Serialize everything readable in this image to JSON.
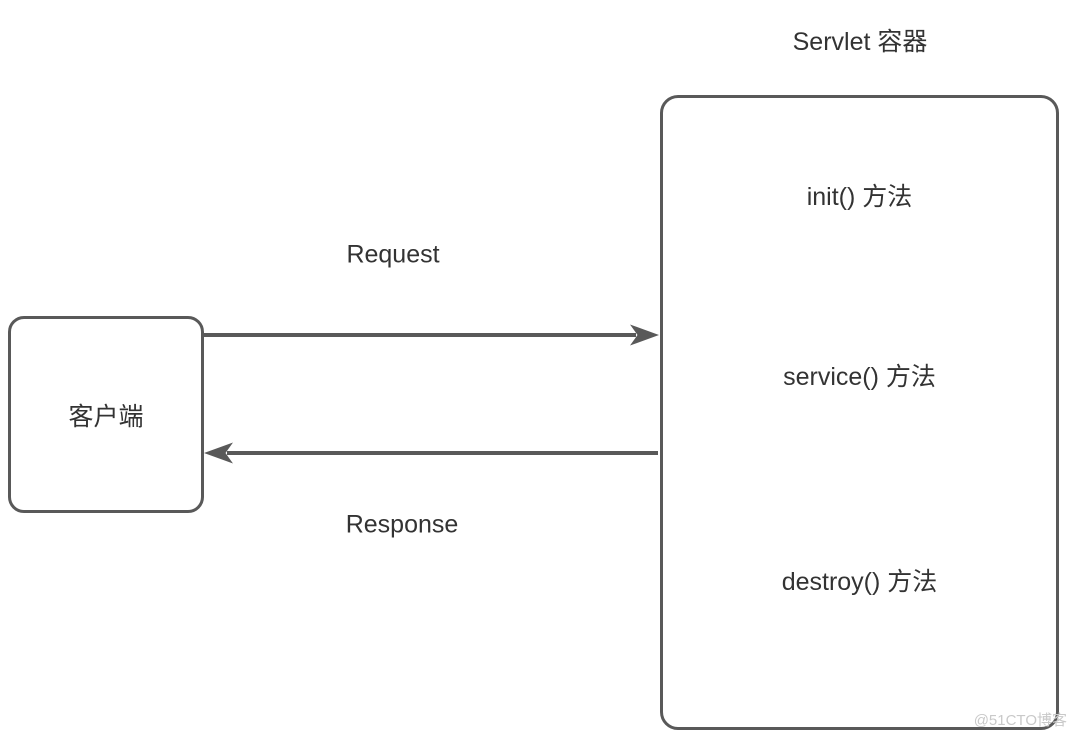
{
  "diagram": {
    "title": "Servlet 容器",
    "client": {
      "label": "客户端"
    },
    "container_methods": [
      {
        "label": "init() 方法"
      },
      {
        "label": "service() 方法"
      },
      {
        "label": "destroy() 方法"
      }
    ],
    "arrows": [
      {
        "name": "request",
        "label": "Request",
        "direction": "client-to-container"
      },
      {
        "name": "response",
        "label": "Response",
        "direction": "container-to-client"
      }
    ],
    "watermark": "@51CTO博客"
  },
  "colors": {
    "stroke": "#595959",
    "text": "#333333",
    "watermark": "#c9c9c9",
    "background": "#ffffff"
  }
}
